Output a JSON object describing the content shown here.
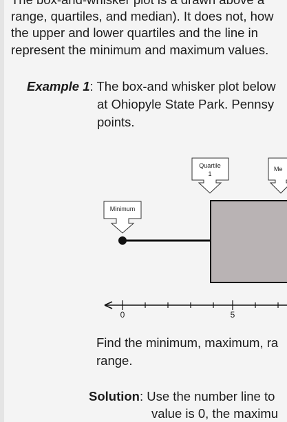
{
  "text": {
    "line0": "The box-and-whisker plot is a drawn above a",
    "line1": "range, quartiles, and median).  It does not, how",
    "line2": "the upper and lower quartiles and the line in",
    "line3": "represent the minimum and maximum values.",
    "example_label": "Example 1",
    "example_line1": ": The box-and whisker plot below",
    "example_line2": "at Ohiopyle State Park.  Pennsy",
    "example_line3": "points.",
    "find_line1": "Find the minimum, maximum, ra",
    "find_line2": "range.",
    "solution_label": "Solution",
    "solution_line1": ":  Use the number line to",
    "solution_line2": "value is 0, the maximu"
  },
  "figure": {
    "callout_minimum": "Minimum",
    "callout_quartile_line1": "Quartile",
    "callout_quartile_line2": "1",
    "callout_median": "Me",
    "tick_0": "0",
    "tick_5": "5",
    "colors": {
      "box_fill": "#b9b3b4",
      "line": "#111111"
    }
  }
}
